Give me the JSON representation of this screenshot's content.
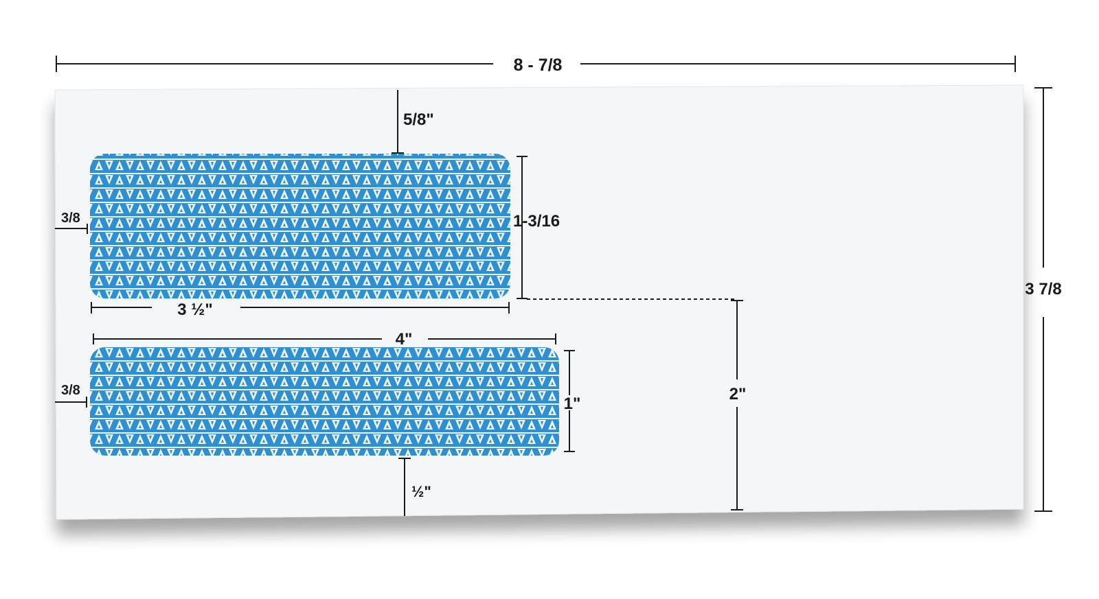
{
  "colors": {
    "window_blue": "#2f8fcf",
    "window_pattern": "#e9f4fb",
    "envelope": "#f5f6f8",
    "line": "#1a1a1a"
  },
  "dimensions": {
    "overall_width": "8 - 7/8",
    "overall_height": "3 7/8",
    "top_margin": "5/8\"",
    "window1_left_margin": "3/8",
    "window1_height": "1-3/16",
    "window1_width": "3 ½\"",
    "window2_width": "4\"",
    "window2_left_margin": "3/8",
    "window2_height": "1\"",
    "window2_offset": "2\"",
    "bottom_margin": "½\""
  },
  "icons": {
    "window_pattern": "security-tint-pattern-icon"
  }
}
